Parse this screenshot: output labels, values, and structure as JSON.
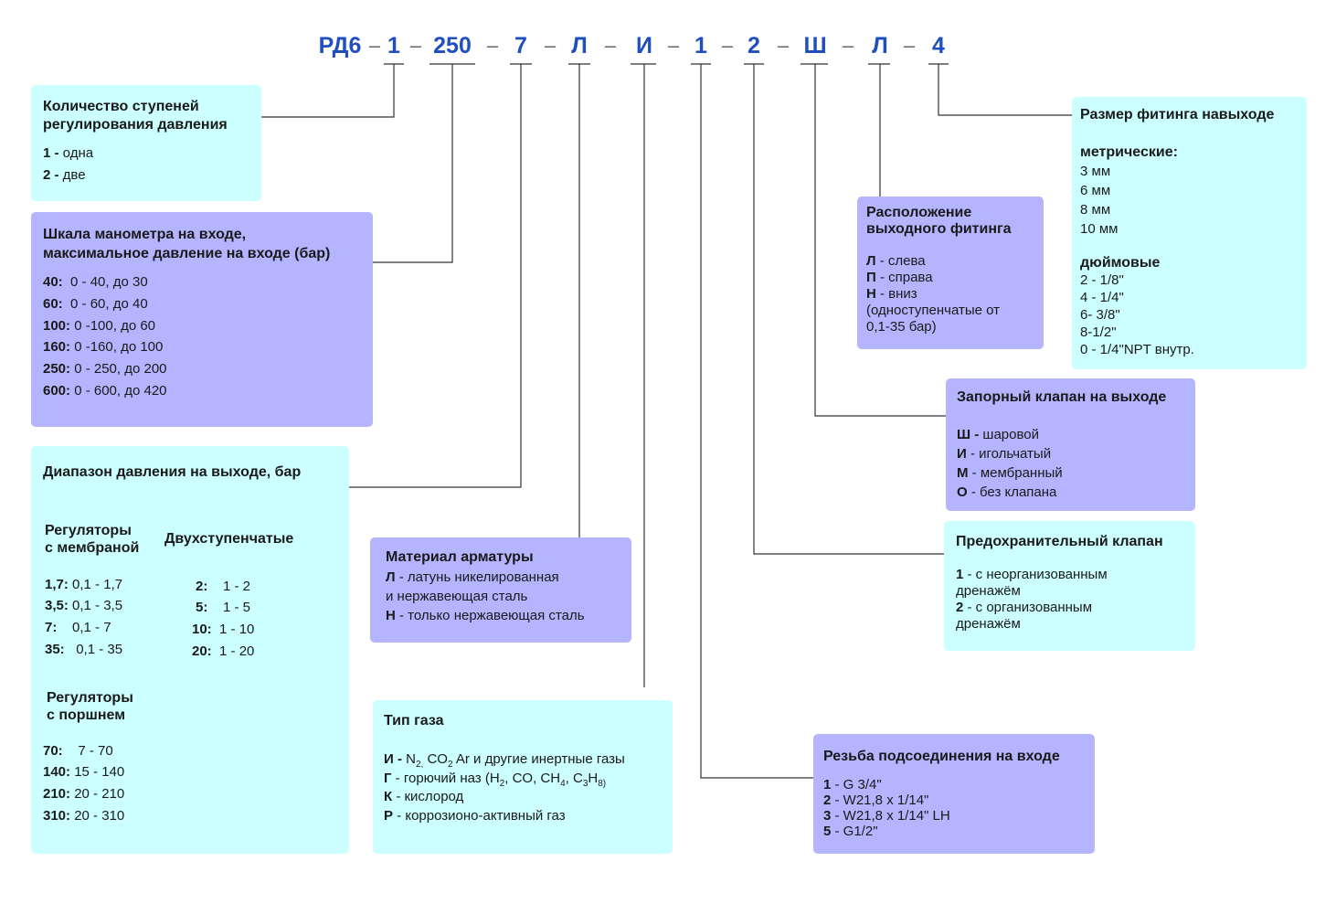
{
  "code": {
    "segments": [
      "РД6",
      "1",
      "250",
      "7",
      "Л",
      "И",
      "1",
      "2",
      "Ш",
      "Л",
      "4"
    ],
    "separator": "–"
  },
  "stages": {
    "title1": "Количество ступеней",
    "title2": "регулирования давления",
    "items": [
      {
        "key": "1 -",
        "text": " одна"
      },
      {
        "key": "2 -",
        "text": " две"
      }
    ]
  },
  "gauge": {
    "title1": "Шкала манометра на входе,",
    "title2": "максимальное давление на входе (бар)",
    "items": [
      {
        "key": "40:",
        "text": "  0 - 40, до 30"
      },
      {
        "key": "60:",
        "text": "  0 - 60, до 40"
      },
      {
        "key": "100:",
        "text": " 0 -100, до 60"
      },
      {
        "key": "160:",
        "text": " 0 -160, до 100"
      },
      {
        "key": "250:",
        "text": " 0 - 250, до 200"
      },
      {
        "key": "600:",
        "text": " 0 - 600, до 420"
      }
    ]
  },
  "outlet_range": {
    "title": "Диапазон давления на выходе, бар",
    "membrane_title1": "Регуляторы",
    "membrane_title2": "с мембраной",
    "two_stage_title": "Двухступенчатые",
    "membrane_items": [
      {
        "key": "1,7:",
        "text": " 0,1 - 1,7"
      },
      {
        "key": "3,5:",
        "text": " 0,1 - 3,5"
      },
      {
        "key": "7:",
        "text": "    0,1 - 7"
      },
      {
        "key": "35:",
        "text": "   0,1 - 35"
      }
    ],
    "two_stage_items": [
      {
        "key": "2:",
        "text": "    1 - 2"
      },
      {
        "key": "5:",
        "text": "    1 - 5"
      },
      {
        "key": "10:",
        "text": "  1 - 10"
      },
      {
        "key": "20:",
        "text": "  1 - 20"
      }
    ],
    "piston_title1": "Регуляторы",
    "piston_title2": "с поршнем",
    "piston_items": [
      {
        "key": "70:",
        "text": "    7 - 70"
      },
      {
        "key": "140:",
        "text": " 15 - 140"
      },
      {
        "key": "210:",
        "text": " 20 - 210"
      },
      {
        "key": "310:",
        "text": " 20 - 310"
      }
    ]
  },
  "material": {
    "title": "Материал арматуры",
    "items": [
      {
        "key": "Л",
        "text": " - латунь никелированная"
      },
      {
        "key": "",
        "text": "и нержавеющая сталь"
      },
      {
        "key": "Н",
        "text": " - только нержавеющая сталь"
      }
    ]
  },
  "gas": {
    "title": "Тип газа",
    "inert": {
      "key": "И -",
      "t1": " N",
      "s1": "2,",
      "t2": " CO",
      "s2": "2",
      "t3": " Ar и другие инертные газы"
    },
    "fuel": {
      "key": "Г",
      "t1": " - горючий наз (H",
      "s1": "2",
      "t2": ", CO, CH",
      "s2": "4",
      "t3": ", C",
      "s3": "3",
      "t4": "H",
      "s4": "8)"
    },
    "oxygen": {
      "key": "К",
      "text": " - кислород"
    },
    "corrosive": {
      "key": "Р",
      "text": " - коррозионо-активный газ"
    }
  },
  "thread": {
    "title": "Резьба подсоединения на входе",
    "items": [
      {
        "key": "1",
        "text": " - G 3/4\""
      },
      {
        "key": "2",
        "text": " - W21,8 x 1/14\""
      },
      {
        "key": "3",
        "text": " - W21,8 x 1/14\" LH"
      },
      {
        "key": "5",
        "text": " - G1/2\""
      }
    ]
  },
  "relief": {
    "title": "Предохранительный клапан",
    "items": [
      {
        "key": "1",
        "text": " - с неорганизованным"
      },
      {
        "key": "",
        "text": "дренажём"
      },
      {
        "key": "2",
        "text": " - с организованным"
      },
      {
        "key": "",
        "text": "дренажём"
      }
    ]
  },
  "shutoff": {
    "title": "Запорный клапан на выходе",
    "items": [
      {
        "key": "Ш -",
        "text": " шаровой"
      },
      {
        "key": "И",
        "text": " - игольчатый"
      },
      {
        "key": "М",
        "text": " - мембранный"
      },
      {
        "key": "О",
        "text": " - без клапана"
      }
    ]
  },
  "fitting_pos": {
    "title1": "Расположение",
    "title2": "выходного фитинга",
    "items": [
      {
        "key": "Л",
        "text": " - слева"
      },
      {
        "key": "П",
        "text": " - справа"
      },
      {
        "key": "Н",
        "text": " - вниз"
      },
      {
        "key": "",
        "text": "(одноступенчатые от"
      },
      {
        "key": "",
        "text": "0,1-35 бар)"
      }
    ]
  },
  "fitting_size": {
    "title": "Размер фитинга навыходе",
    "metric_title": "метрические:",
    "metric_items": [
      "3 мм",
      "6 мм",
      "8 мм",
      "10 мм"
    ],
    "inch_title": "дюймовые",
    "inch_items": [
      "2 - 1/8\"",
      "4 - 1/4\"",
      "6- 3/8\"",
      "8-1/2\"",
      "0 - 1/4\"NPT внутр."
    ]
  }
}
